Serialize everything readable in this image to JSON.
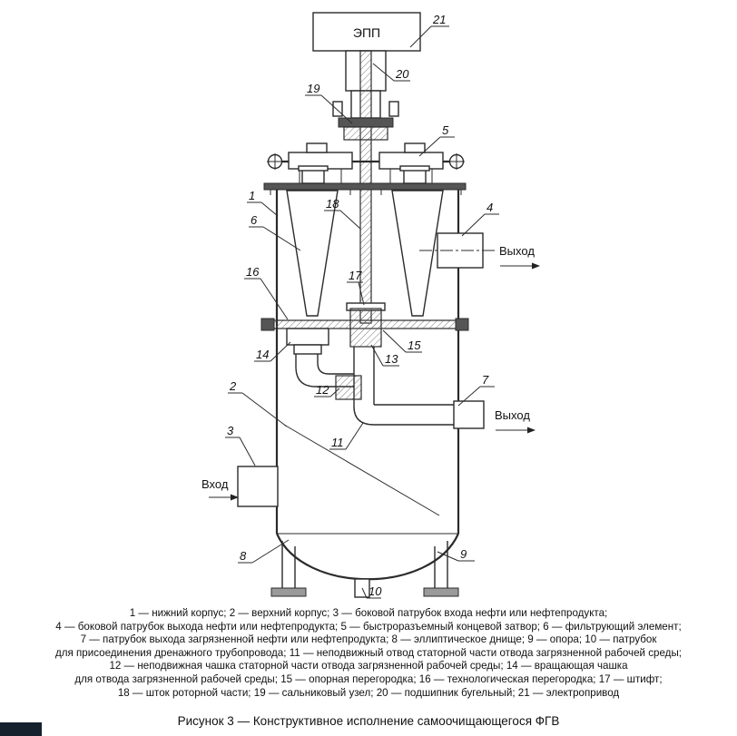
{
  "drawing": {
    "motor_label": "ЭПП",
    "inlet_label": "Вход",
    "outlet_side_label": "Выход",
    "outlet_drain_label": "Выход",
    "callouts": {
      "n1": "1",
      "n2": "2",
      "n3": "3",
      "n4": "4",
      "n5": "5",
      "n6": "6",
      "n7": "7",
      "n8": "8",
      "n9": "9",
      "n10": "10",
      "n11": "11",
      "n12": "12",
      "n13": "13",
      "n14": "14",
      "n15": "15",
      "n16": "16",
      "n17": "17",
      "n18": "18",
      "n19": "19",
      "n20": "20",
      "n21": "21"
    }
  },
  "legend": {
    "lines": [
      "1 — нижний корпус; 2 — верхний корпус; 3 — боковой патрубок входа нефти или нефтепродукта;",
      "4 — боковой патрубок выхода нефти или нефтепродукта; 5 — быстроразъемный концевой затвор; 6 — фильтрующий элемент;",
      "7 — патрубок выхода загрязненной нефти или нефтепродукта; 8 — эллиптическое днище; 9 — опора; 10 — патрубок",
      "для присоединения дренажного трубопровода; 11 — неподвижный отвод статорной части отвода загрязненной рабочей среды;",
      "12 — неподвижная чашка статорной части отвода загрязненной рабочей среды; 14 — вращающая чашка",
      "для отвода загрязненной рабочей среды; 15 — опорная перегородка; 16 — технологическая перегородка; 17 — штифт;",
      "18 — шток роторной части; 19 — сальниковый узел; 20 — подшипник бугельный; 21 — электропривод"
    ]
  },
  "caption": "Рисунок 3 — Конструктивное исполнение самоочищающегося ФГВ"
}
